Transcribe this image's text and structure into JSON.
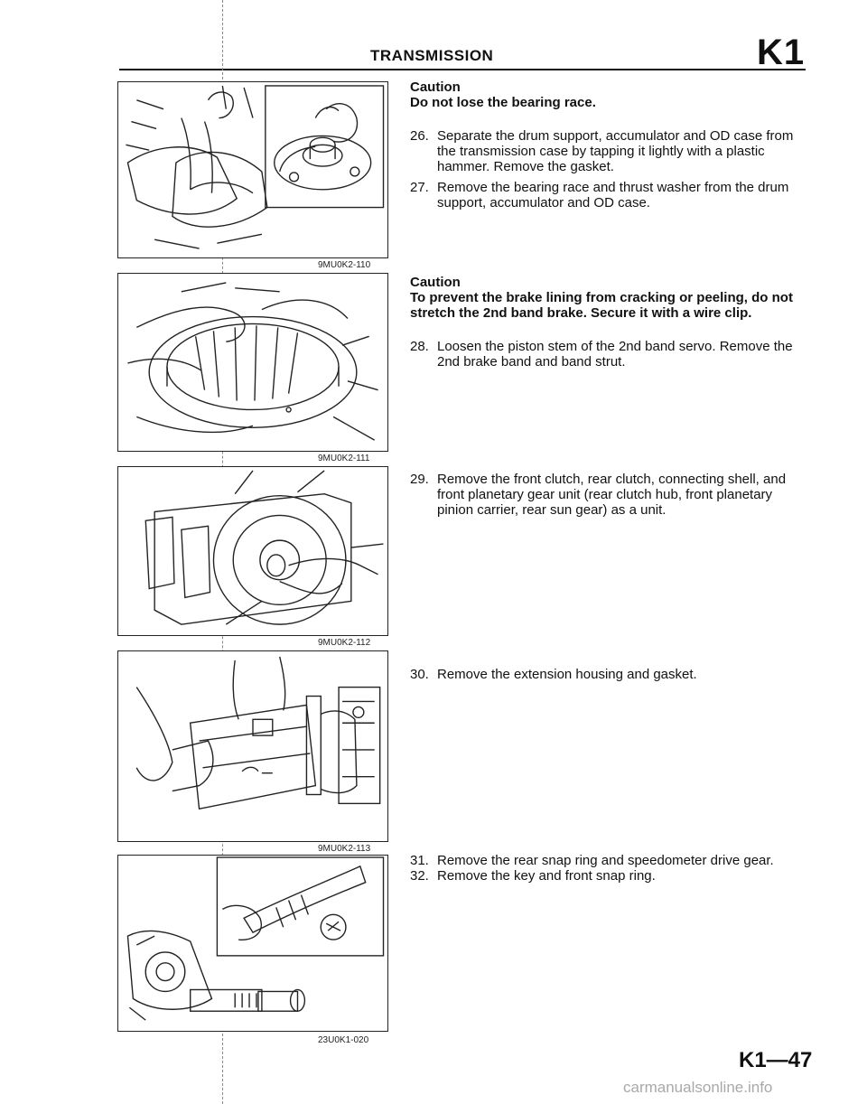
{
  "header": {
    "title": "TRANSMISSION",
    "section": "K1"
  },
  "figures": [
    {
      "code": "9MU0K2-110"
    },
    {
      "code": "9MU0K2-111"
    },
    {
      "code": "9MU0K2-112"
    },
    {
      "code": "9MU0K2-113"
    },
    {
      "code": "23U0K1-020"
    }
  ],
  "blocks": [
    {
      "caution_title": "Caution",
      "caution_text": "Do not lose the bearing race.",
      "steps": [
        {
          "num": "26.",
          "text": "Separate the drum support, accumulator and OD case from the transmission case by tapping it lightly with a plastic hammer. Remove the gasket."
        },
        {
          "num": "27.",
          "text": "Remove the bearing race and thrust washer from the drum support, accumulator and OD case."
        }
      ]
    },
    {
      "caution_title": "Caution",
      "caution_text": "To prevent the brake lining from cracking or peeling, do not stretch the 2nd band brake. Secure it with a wire clip.",
      "steps": [
        {
          "num": "28.",
          "text": "Loosen the piston stem of the 2nd band servo. Remove the 2nd brake band and band strut."
        }
      ]
    },
    {
      "steps": [
        {
          "num": "29.",
          "text": "Remove the front clutch, rear clutch, connecting shell, and front planetary gear unit (rear clutch hub, front planetary pinion carrier, rear sun gear) as a unit."
        }
      ]
    },
    {
      "steps": [
        {
          "num": "30.",
          "text": "Remove the extension housing and gasket."
        }
      ]
    },
    {
      "steps": [
        {
          "num": "31.",
          "text": "Remove the rear snap ring and speedometer drive gear."
        },
        {
          "num": "32.",
          "text": "Remove the key and front snap ring."
        }
      ]
    }
  ],
  "footer": {
    "page_number": "K1—47",
    "watermark": "carmanualsonline.info"
  }
}
